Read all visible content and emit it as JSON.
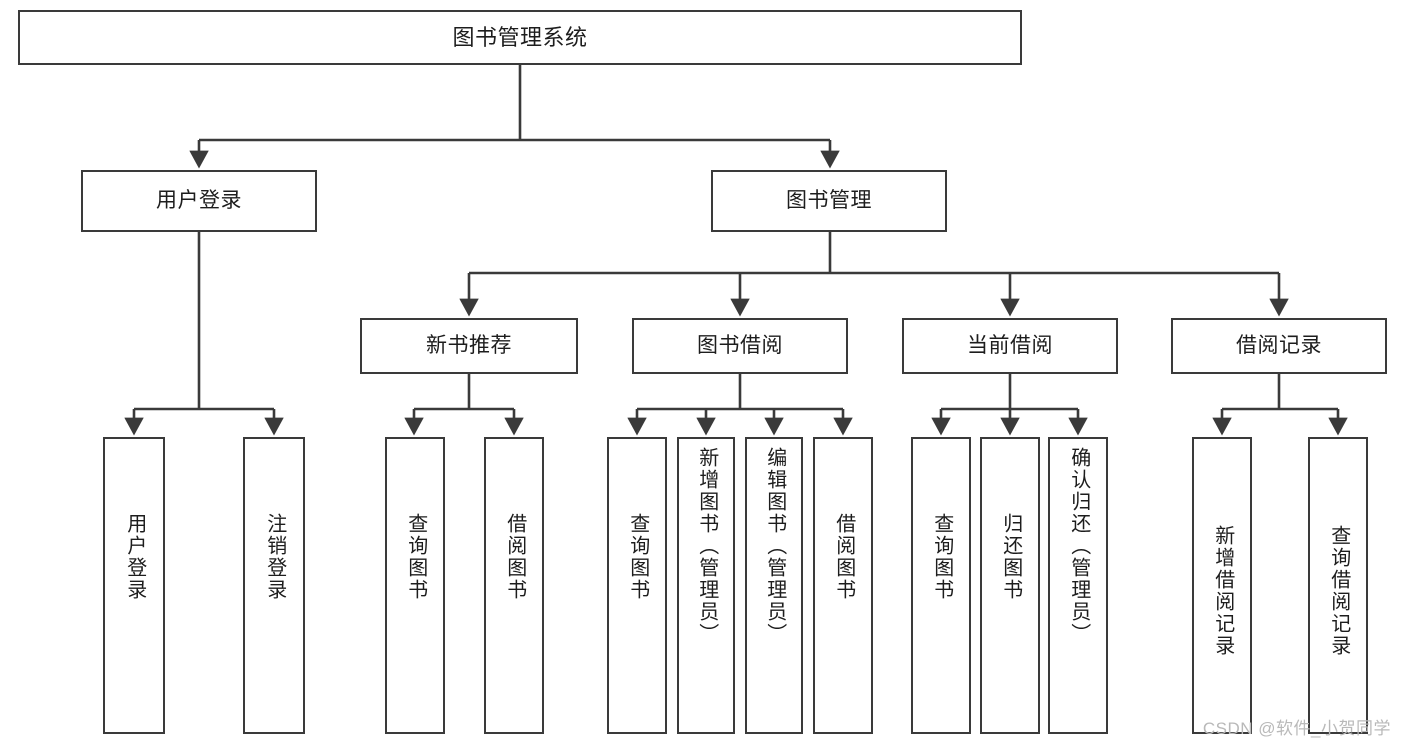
{
  "diagram": {
    "title": "图书管理系统",
    "type": "tree-hierarchy",
    "root": {
      "label": "图书管理系统"
    },
    "level2": [
      {
        "label": "用户登录"
      },
      {
        "label": "图书管理"
      }
    ],
    "level3": [
      {
        "label": "新书推荐"
      },
      {
        "label": "图书借阅"
      },
      {
        "label": "当前借阅"
      },
      {
        "label": "借阅记录"
      }
    ],
    "leaves": {
      "user_login": [
        {
          "label": "用户登录"
        },
        {
          "label": "注销登录"
        }
      ],
      "new_book_recommend": [
        {
          "label": "查询图书"
        },
        {
          "label": "借阅图书"
        }
      ],
      "book_borrow": [
        {
          "label": "查询图书"
        },
        {
          "label": "新增图书（管理员）"
        },
        {
          "label": "编辑图书（管理员）"
        },
        {
          "label": "借阅图书"
        }
      ],
      "current_borrow": [
        {
          "label": "查询图书"
        },
        {
          "label": "归还图书"
        },
        {
          "label": "确认归还（管理员）"
        }
      ],
      "borrow_record": [
        {
          "label": "新增借阅记录"
        },
        {
          "label": "查询借阅记录"
        }
      ]
    }
  },
  "watermark": {
    "text": "CSDN @软件_小贺同学"
  },
  "colors": {
    "box_border": "#3a3a3a",
    "box_fill": "#ffffff",
    "edge": "#3a3a3a",
    "text": "#1d1d1d",
    "watermark": "#b9b9b9"
  }
}
